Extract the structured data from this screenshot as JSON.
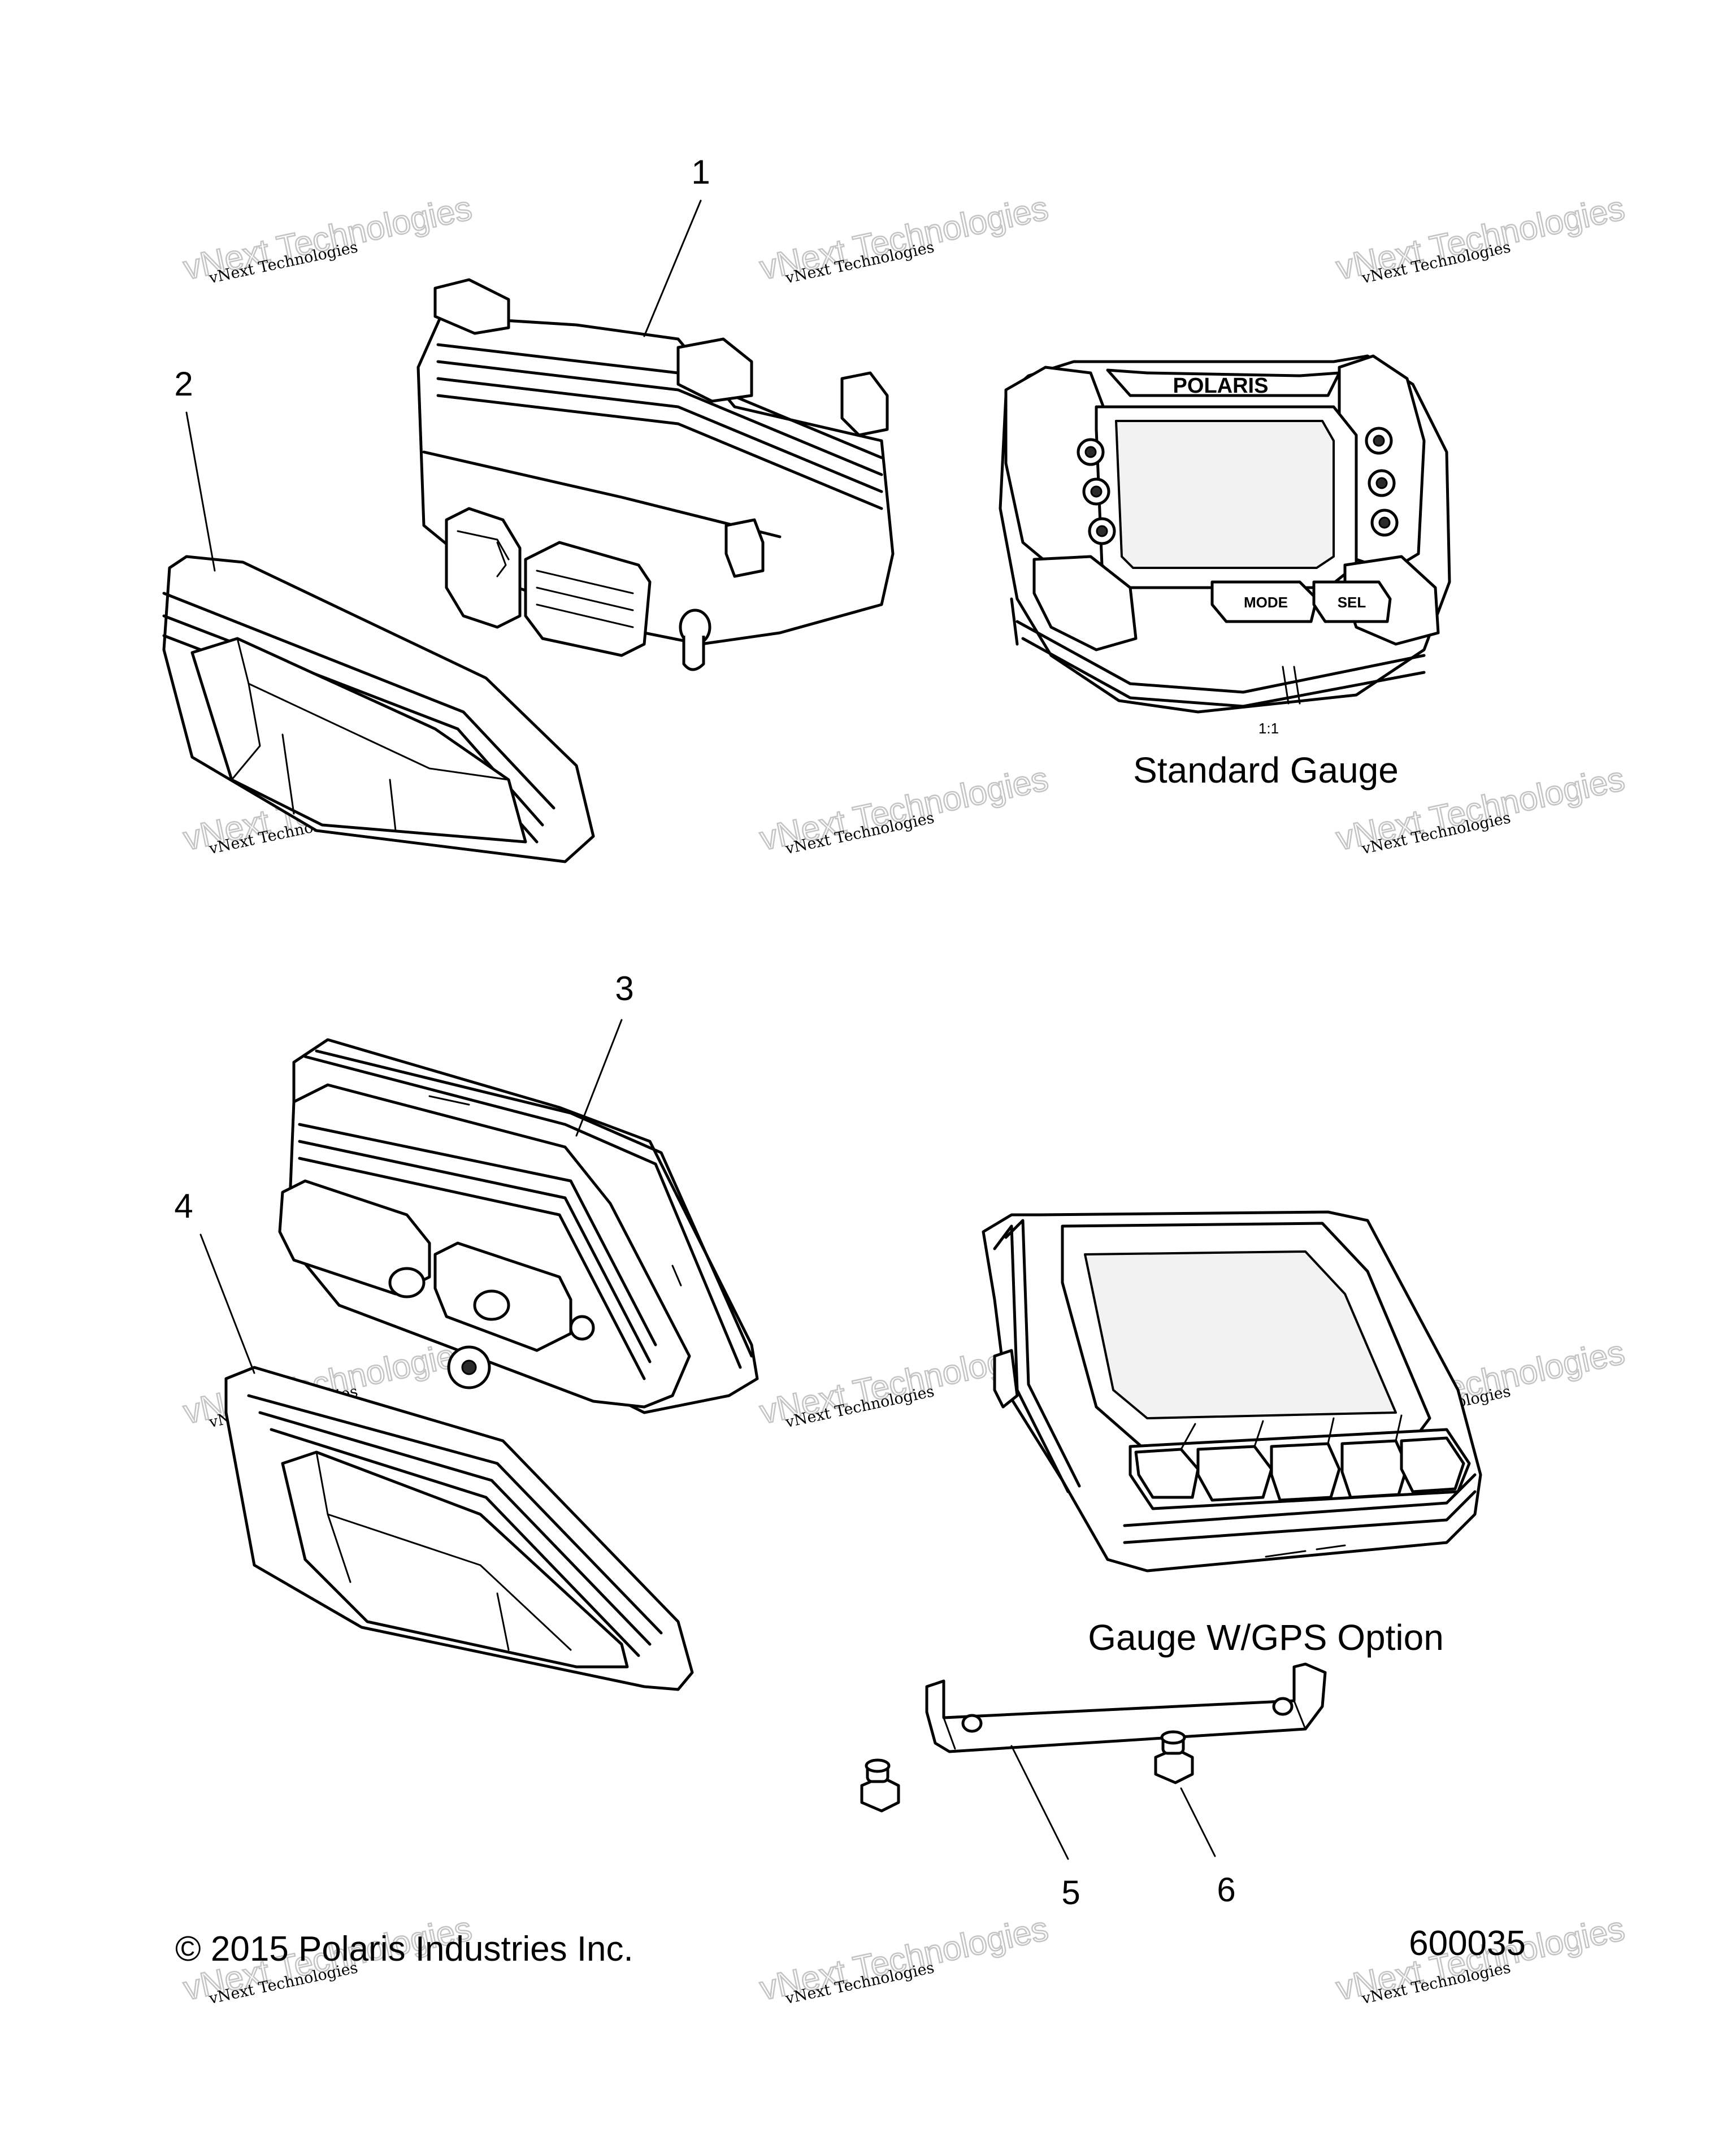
{
  "diagram": {
    "callouts": [
      {
        "id": "1",
        "label": "1"
      },
      {
        "id": "2",
        "label": "2"
      },
      {
        "id": "3",
        "label": "3"
      },
      {
        "id": "4",
        "label": "4"
      },
      {
        "id": "5",
        "label": "5"
      },
      {
        "id": "6",
        "label": "6"
      }
    ],
    "captions": {
      "standard_gauge": "Standard Gauge",
      "scale_note": "1:1",
      "gps_gauge": "Gauge W/GPS Option"
    },
    "gauge_text": {
      "brand": "POLARIS",
      "mode_button": "MODE",
      "sel_button": "SEL"
    },
    "footer": {
      "copyright": "© 2015 Polaris Industries Inc.",
      "drawing_number": "600035"
    },
    "watermark": {
      "line1": "vNext Technologies",
      "big": "vNext Technologies"
    }
  }
}
